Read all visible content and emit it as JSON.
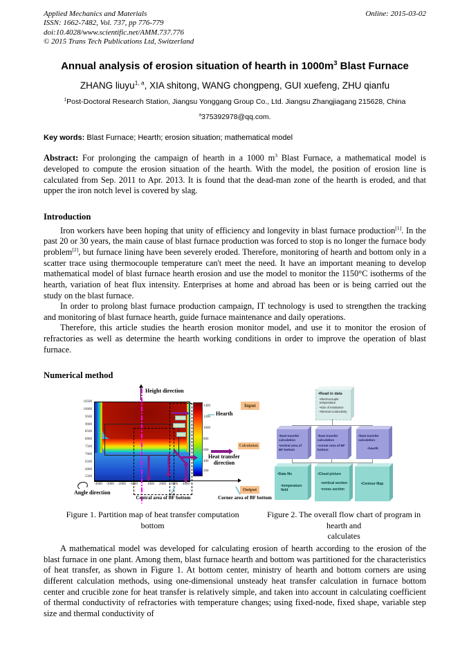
{
  "header": {
    "journal": "Applied Mechanics and Materials",
    "issn": "ISSN: 1662-7482, Vol. 737, pp 776-779",
    "doi": "doi:10.4028/www.scientific.net/AMM.737.776",
    "copyright": "© 2015 Trans Tech Publications Ltd, Switzerland",
    "online": "Online: 2015-03-02"
  },
  "title": {
    "pre": "Annual analysis of erosion situation of hearth in 1000m",
    "sup": "3",
    "post": " Blast Furnace"
  },
  "authors": {
    "lead": "ZHANG liuyu",
    "lead_sup": "1, a",
    "rest": ", XIA shitong, WANG chongpeng, GUI xuefeng, ZHU qianfu"
  },
  "affiliation": {
    "sup": "1",
    "text": "Post-Doctoral Research Station, Jiangsu Yonggang Group Co., Ltd. Jiangsu Zhangjiagang 215628, China"
  },
  "email": {
    "sup": "a",
    "text": "375392978@qq.com."
  },
  "keywords": {
    "label": "Key words:",
    "text": " Blast Furnace; Hearth; erosion situation; mathematical model"
  },
  "abstract": {
    "label": "Abstract:",
    "p1": " For prolonging the campaign of hearth in a 1000 m",
    "sup": "3",
    "p2": " Blast Furnace, a mathematical model is developed to compute the erosion situation of the hearth. With the model, the position of erosion line is calculated from Sep. 2011 to Apr. 2013. It is found that the dead-man zone of the hearth is eroded, and that upper the iron notch level is covered by slag."
  },
  "introduction": {
    "heading": "Introduction",
    "p1a": "Iron workers have been hoping that unity of efficiency and longevity in blast furnace production",
    "p1ref1": "[1]",
    "p1b": ". In the past 20 or 30 years, the main cause of blast furnace production was forced to stop is no longer the furnace body problem",
    "p1ref2": "[2]",
    "p1c": ", but furnace  lining have been severely eroded. Therefore, monitoring of hearth and bottom only in a scatter trace using thermocouple temperature can't meet the need. It have an important meaning to develop mathematical model of blast furnace hearth erosion and use the model to monitor the 1150°C isotherms of the hearth, variation of heat flux intensity. Enterprises at home and abroad has been or is being carried out the study on the blast furnace.",
    "p2": "In order to prolong blast furnace production campaign, IT technology is used to strengthen the tracking and monitoring of blast furnace hearth, guide furnace maintenance and daily operations.",
    "p3": "Therefore, this article studies the hearth erosion monitor model, and use it to monitor the erosion of refractories as well as determine the hearth working conditions in order to improve the operation of blast furnace."
  },
  "numerical": {
    "heading": "Numerical method"
  },
  "figure1": {
    "height_direction": "Height direction",
    "hearth": "Hearth",
    "heat_transfer_1": "Heat transfer",
    "heat_transfer_2": "direction",
    "angle_direction": "Angle direction",
    "central_area": "Central area of BF bottom",
    "corner_area": "Corner area of BF bottom",
    "y_ticks": [
      "10500",
      "10000",
      "9500",
      "9000",
      "8500",
      "8000",
      "7500",
      "7000",
      "6500",
      "6000",
      "5500"
    ],
    "x_ticks": [
      "-4000",
      "-3000",
      "-2000",
      "-1000",
      "1000",
      "2000",
      "3000",
      "4000"
    ],
    "cb_ticks": [
      "1400",
      "1200",
      "1000",
      "800",
      "600",
      "400",
      "200"
    ]
  },
  "figure2": {
    "input": "Input",
    "calculation": "Calculation",
    "output": "Output",
    "read_title": "•Read in data",
    "read_items": [
      "•thermocouple temperature",
      "•size of resistance",
      "•thermal conductivity"
    ],
    "calc_boxes": [
      {
        "l1": "•heat transfer calculation",
        "l2": "•central area of BF bottom"
      },
      {
        "l1": "•heat transfer calculation",
        "l2": "•corner area of BF bottom"
      },
      {
        "l1": "•heat transfer calculation",
        "l2": "•hearth"
      }
    ],
    "out_boxes": [
      {
        "l1": "•Data file",
        "l2": "•temperature field",
        "l3": ""
      },
      {
        "l1": "•Cloud picture",
        "l2": "•vertical section",
        "l3": "•cross section"
      },
      {
        "l1": "•Contour Map",
        "l2": "",
        "l3": ""
      }
    ]
  },
  "captions": {
    "fig1_l1": "Figure 1. Partition map of heat transfer computation",
    "fig1_l2": "bottom",
    "fig2_l1": "Figure 2. The overall flow chart of program  in hearth and",
    "fig2_l2": "calculates"
  },
  "body": {
    "p1": "A mathematical model was developed for calculating erosion of hearth according to the erosion of the blast furnace in one plant. Among them, blast furnace hearth and bottom was partitioned for the characteristics of heat transfer, as shown in Figure 1. At bottom center, ministry of hearth and bottom corners are using different calculation methods, using one-dimensional unsteady heat transfer calculation in furnace bottom center and crucible zone for heat transfer is relatively simple, and taken into account in calculating coefficient of thermal conductivity of refractories with temperature changes; using fixed-node, fixed shape, variable step size and thermal conductivity of"
  },
  "colors": {
    "accent_purple": "#8b1a8b",
    "box_purple": "#9e9edd",
    "box_teal": "#90d8d0",
    "label_orange": "#f7c08b",
    "hot_red": "#a50d00",
    "magenta_line": "#ff00ff"
  }
}
